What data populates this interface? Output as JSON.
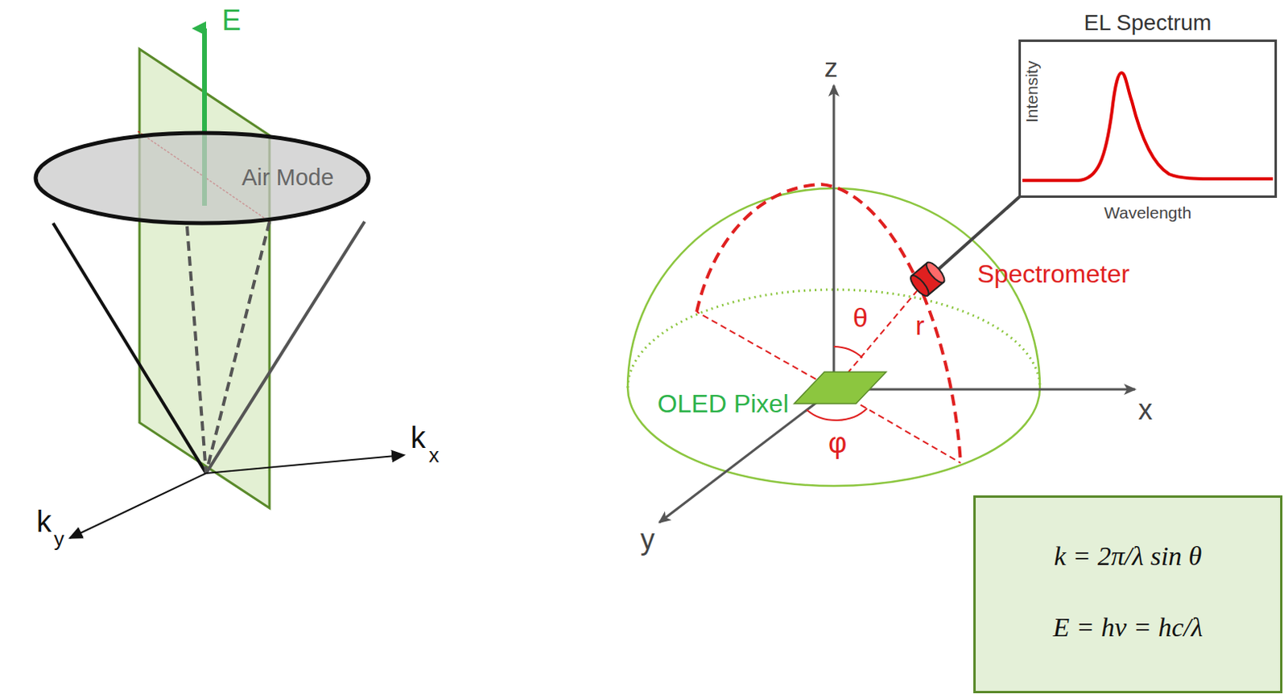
{
  "diagram": {
    "nodes": [
      {
        "text": [
          "Air Mode"
        ]
      },
      {
        "text": [
          "EL Spectrum",
          "Intensity",
          "Wavelength"
        ]
      },
      {
        "text": [
          "k = 2π/λ sin θ",
          "E = hν = hc/λ"
        ]
      }
    ],
    "labels": [
      "E",
      "k",
      "x",
      "k",
      "y",
      "z",
      "x",
      "y",
      "θ",
      "r",
      "φ",
      "OLED Pixel",
      "Spectrometer"
    ]
  }
}
